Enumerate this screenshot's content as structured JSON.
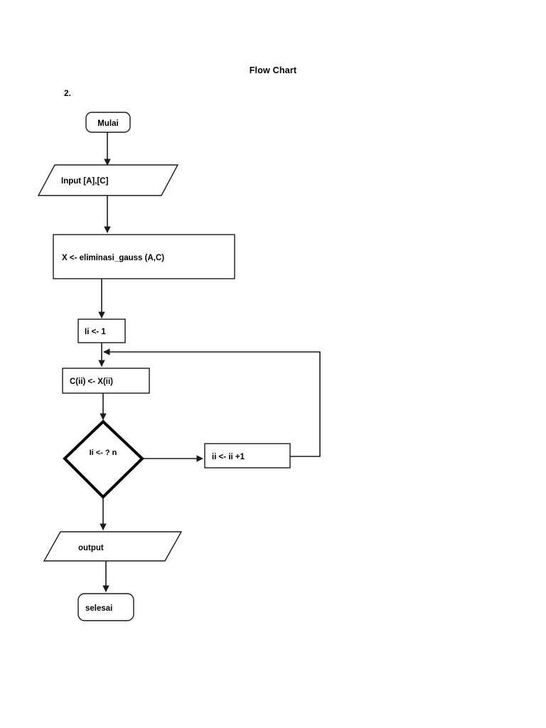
{
  "document": {
    "title": "Flow Chart",
    "item_number": "2."
  },
  "chart_data": {
    "type": "diagram",
    "diagram_kind": "flowchart",
    "title": "Flow Chart",
    "nodes": [
      {
        "id": "start",
        "shape": "terminator",
        "label": "Mulai"
      },
      {
        "id": "input",
        "shape": "parallelogram",
        "label": "Input [A],[C]"
      },
      {
        "id": "process",
        "shape": "rectangle",
        "label": "X <- eliminasi_gauss (A,C)"
      },
      {
        "id": "init",
        "shape": "rectangle",
        "label": "Ii <- 1"
      },
      {
        "id": "assign",
        "shape": "rectangle",
        "label": "C(ii) <- X(ii)"
      },
      {
        "id": "decision",
        "shape": "diamond",
        "label": "Ii <- ? n"
      },
      {
        "id": "increment",
        "shape": "rectangle",
        "label": "ii <- ii +1"
      },
      {
        "id": "output",
        "shape": "parallelogram",
        "label": "output"
      },
      {
        "id": "end",
        "shape": "terminator",
        "label": "selesai"
      }
    ],
    "edges": [
      {
        "from": "start",
        "to": "input",
        "label": ""
      },
      {
        "from": "input",
        "to": "process",
        "label": ""
      },
      {
        "from": "process",
        "to": "init",
        "label": ""
      },
      {
        "from": "init",
        "to": "assign",
        "label": ""
      },
      {
        "from": "assign",
        "to": "decision",
        "label": ""
      },
      {
        "from": "decision",
        "to": "increment",
        "label": ""
      },
      {
        "from": "increment",
        "to": "assign",
        "label": ""
      },
      {
        "from": "decision",
        "to": "output",
        "label": ""
      },
      {
        "from": "output",
        "to": "end",
        "label": ""
      }
    ],
    "colors": {
      "stroke": "#1a1a1a",
      "fill": "#ffffff",
      "text": "#000000"
    }
  }
}
